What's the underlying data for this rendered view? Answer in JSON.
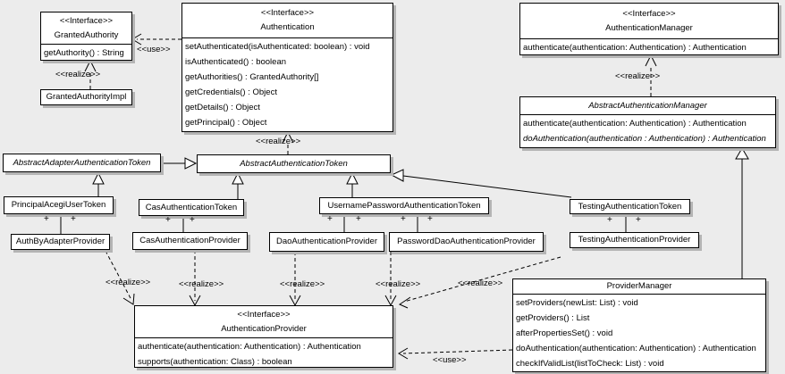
{
  "edge_labels": {
    "use": "<<use>>",
    "realize": "<<realize>>",
    "plus": "+"
  },
  "classes": {
    "granted_authority": {
      "stereotype": "<<Interface>>",
      "name": "GrantedAuthority",
      "methods": [
        "getAuthority() : String"
      ]
    },
    "granted_authority_impl": {
      "name": "GrantedAuthorityImpl"
    },
    "authentication": {
      "stereotype": "<<Interface>>",
      "name": "Authentication",
      "methods": [
        "setAuthenticated(isAuthenticated: boolean) : void",
        "isAuthenticated() : boolean",
        "getAuthorities() : GrantedAuthority[]",
        "getCredentials() : Object",
        "getDetails() : Object",
        "getPrincipal() : Object"
      ]
    },
    "authentication_manager": {
      "stereotype": "<<Interface>>",
      "name": "AuthenticationManager",
      "methods": [
        "authenticate(authentication: Authentication) : Authentication"
      ]
    },
    "abstract_authentication_manager": {
      "name": "AbstractAuthenticationManager",
      "methods": [
        "authenticate(authentication: Authentication) : Authentication",
        "doAuthentication(authentication : Authentication) : Authentication"
      ]
    },
    "abstract_adapter_authentication_token": {
      "name": "AbstractAdapterAuthenticationToken"
    },
    "abstract_authentication_token": {
      "name": "AbstractAuthenticationToken"
    },
    "principal_acegi_user_token": {
      "name": "PrincipalAcegiUserToken"
    },
    "cas_authentication_token": {
      "name": "CasAuthenticationToken"
    },
    "username_password_authentication_token": {
      "name": "UsernamePasswordAuthenticationToken"
    },
    "testing_authentication_token": {
      "name": "TestingAuthenticationToken"
    },
    "auth_by_adapter_provider": {
      "name": "AuthByAdapterProvider"
    },
    "cas_authentication_provider": {
      "name": "CasAuthenticationProvider"
    },
    "dao_authentication_provider": {
      "name": "DaoAuthenticationProvider"
    },
    "password_dao_authentication_provider": {
      "name": "PasswordDaoAuthenticationProvider"
    },
    "testing_authentication_provider": {
      "name": "TestingAuthenticationProvider"
    },
    "authentication_provider": {
      "stereotype": "<<Interface>>",
      "name": "AuthenticationProvider",
      "methods": [
        "authenticate(authentication: Authentication) : Authentication",
        "supports(authentication: Class) : boolean"
      ]
    },
    "provider_manager": {
      "name": "ProviderManager",
      "methods": [
        "setProviders(newList: List) : void",
        "getProviders() : List",
        "afterPropertiesSet() : void",
        "doAuthentication(authentication: Authentication) : Authentication",
        "checkIfValidList(listToCheck: List) : void"
      ]
    }
  }
}
